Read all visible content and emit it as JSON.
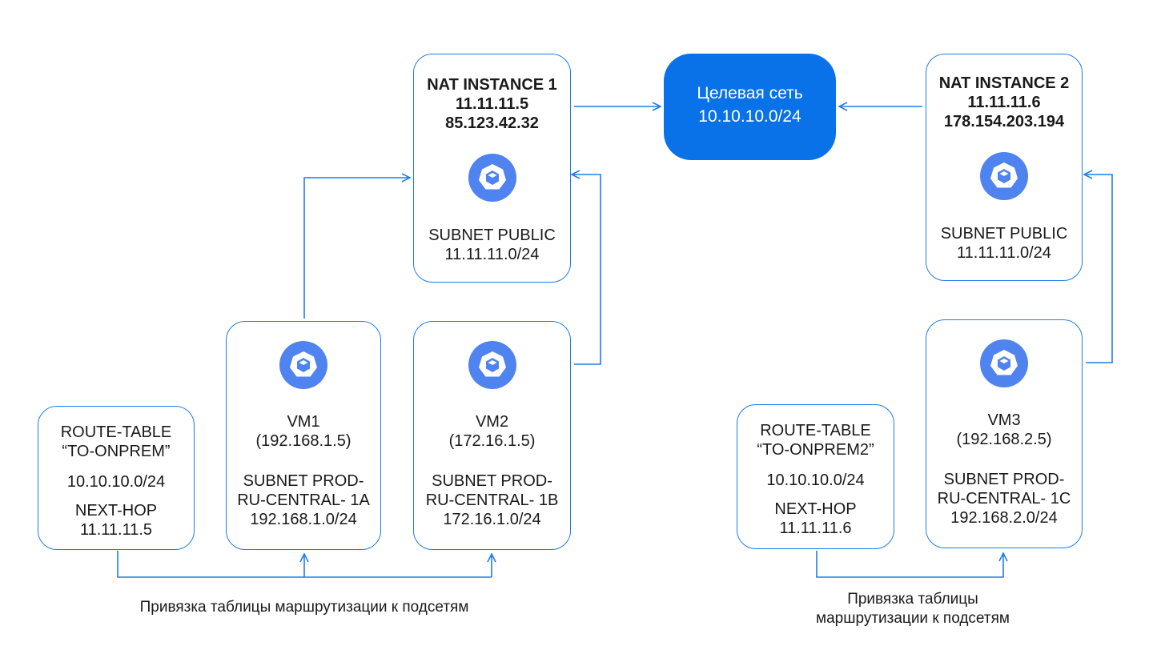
{
  "target_network": {
    "title": "Целевая сеть",
    "cidr": "10.10.10.0/24"
  },
  "nat1": {
    "title": "NAT INSTANCE 1",
    "ip_internal": "11.11.11.5",
    "ip_public": "85.123.42.32",
    "subnet_label": "SUBNET PUBLIC",
    "subnet_cidr": "11.11.11.0/24",
    "icon": "vm-icon"
  },
  "nat2": {
    "title": "NAT INSTANCE 2",
    "ip_internal": "11.11.11.6",
    "ip_public": "178.154.203.194",
    "subnet_label": "SUBNET PUBLIC",
    "subnet_cidr": "11.11.11.0/24",
    "icon": "vm-icon"
  },
  "vm1": {
    "name": "VM1",
    "ip": "(192.168.1.5)",
    "subnet_line1": "SUBNET PROD-",
    "subnet_line2": "RU-CENTRAL- 1A",
    "subnet_cidr": "192.168.1.0/24",
    "icon": "vm-icon"
  },
  "vm2": {
    "name": "VM2",
    "ip": "(172.16.1.5)",
    "subnet_line1": "SUBNET PROD-",
    "subnet_line2": "RU-CENTRAL- 1B",
    "subnet_cidr": "172.16.1.0/24",
    "icon": "vm-icon"
  },
  "vm3": {
    "name": "VM3",
    "ip": "(192.168.2.5)",
    "subnet_line1": "SUBNET PROD-",
    "subnet_line2": "RU-CENTRAL- 1C",
    "subnet_cidr": "192.168.2.0/24",
    "icon": "vm-icon"
  },
  "route1": {
    "line1": "ROUTE-TABLE",
    "line2": "“TO-ONPREM”",
    "destination": "10.10.10.0/24",
    "nexthop_label": "NEXT-HOP",
    "nexthop_ip": "11.11.11.5"
  },
  "route2": {
    "line1": "ROUTE-TABLE",
    "line2": "“TO-ONPREM2”",
    "destination": "10.10.10.0/24",
    "nexthop_label": "NEXT-HOP",
    "nexthop_ip": "11.11.11.6"
  },
  "captions": {
    "left": "Привязка таблицы маршрутизации к подсетям",
    "right_line1": "Привязка таблицы",
    "right_line2": "маршрутизации к подсетям"
  },
  "colors": {
    "accent": "#1f7de6",
    "target_fill": "#0a72e8",
    "icon_fill": "#4f83f0"
  }
}
